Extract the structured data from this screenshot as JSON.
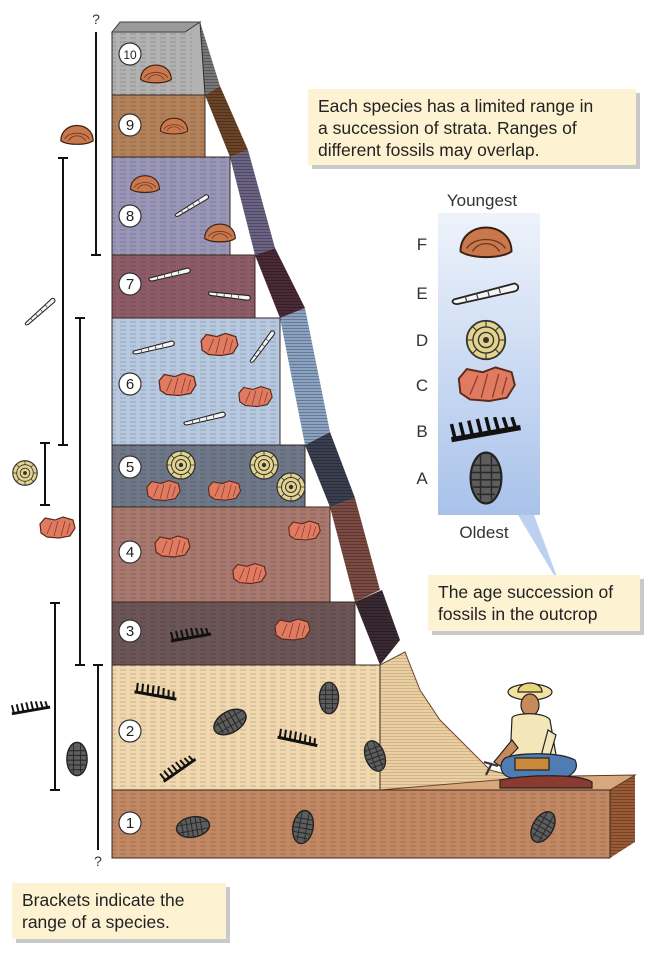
{
  "callouts": {
    "limited_range": [
      "Each species has a limited range in",
      "a succession of strata. Ranges of",
      "different fossils may overlap."
    ],
    "age_succession": [
      "The age succession of",
      "fossils in the outcrop"
    ],
    "brackets": [
      "Brackets indicate the",
      "range of a species."
    ]
  },
  "legend": {
    "youngest": "Youngest",
    "oldest": "Oldest",
    "fossils": [
      {
        "letter": "F",
        "icon": "clam-shell-icon"
      },
      {
        "letter": "E",
        "icon": "spiral-shell-icon"
      },
      {
        "letter": "D",
        "icon": "ammonite-icon"
      },
      {
        "letter": "C",
        "icon": "coral-icon"
      },
      {
        "letter": "B",
        "icon": "graptolite-icon"
      },
      {
        "letter": "A",
        "icon": "trilobite-icon"
      }
    ]
  },
  "strata": [
    {
      "number": "1",
      "fossils": [
        "trilobite",
        "trilobite",
        "trilobite"
      ]
    },
    {
      "number": "2",
      "fossils": [
        "graptolite",
        "graptolite",
        "graptolite",
        "trilobite",
        "trilobite",
        "trilobite"
      ]
    },
    {
      "number": "3",
      "fossils": [
        "graptolite",
        "coral"
      ]
    },
    {
      "number": "4",
      "fossils": [
        "coral",
        "coral",
        "coral"
      ]
    },
    {
      "number": "5",
      "fossils": [
        "ammonite",
        "ammonite",
        "ammonite",
        "coral",
        "coral",
        "coral"
      ]
    },
    {
      "number": "6",
      "fossils": [
        "spiral-shell",
        "spiral-shell",
        "spiral-shell",
        "coral",
        "coral",
        "coral"
      ]
    },
    {
      "number": "7",
      "fossils": [
        "spiral-shell",
        "spiral-shell"
      ]
    },
    {
      "number": "8",
      "fossils": [
        "clam",
        "clam",
        "spiral-shell"
      ]
    },
    {
      "number": "9",
      "fossils": [
        "clam"
      ]
    },
    {
      "number": "10",
      "fossils": [
        "clam"
      ]
    }
  ],
  "ranges": {
    "unknown_marker": "?"
  },
  "colors": {
    "callout_bg": "#fdf2d2",
    "legend_gradient_top": "#eef3fb",
    "legend_gradient_bottom": "#a9c2ea"
  }
}
